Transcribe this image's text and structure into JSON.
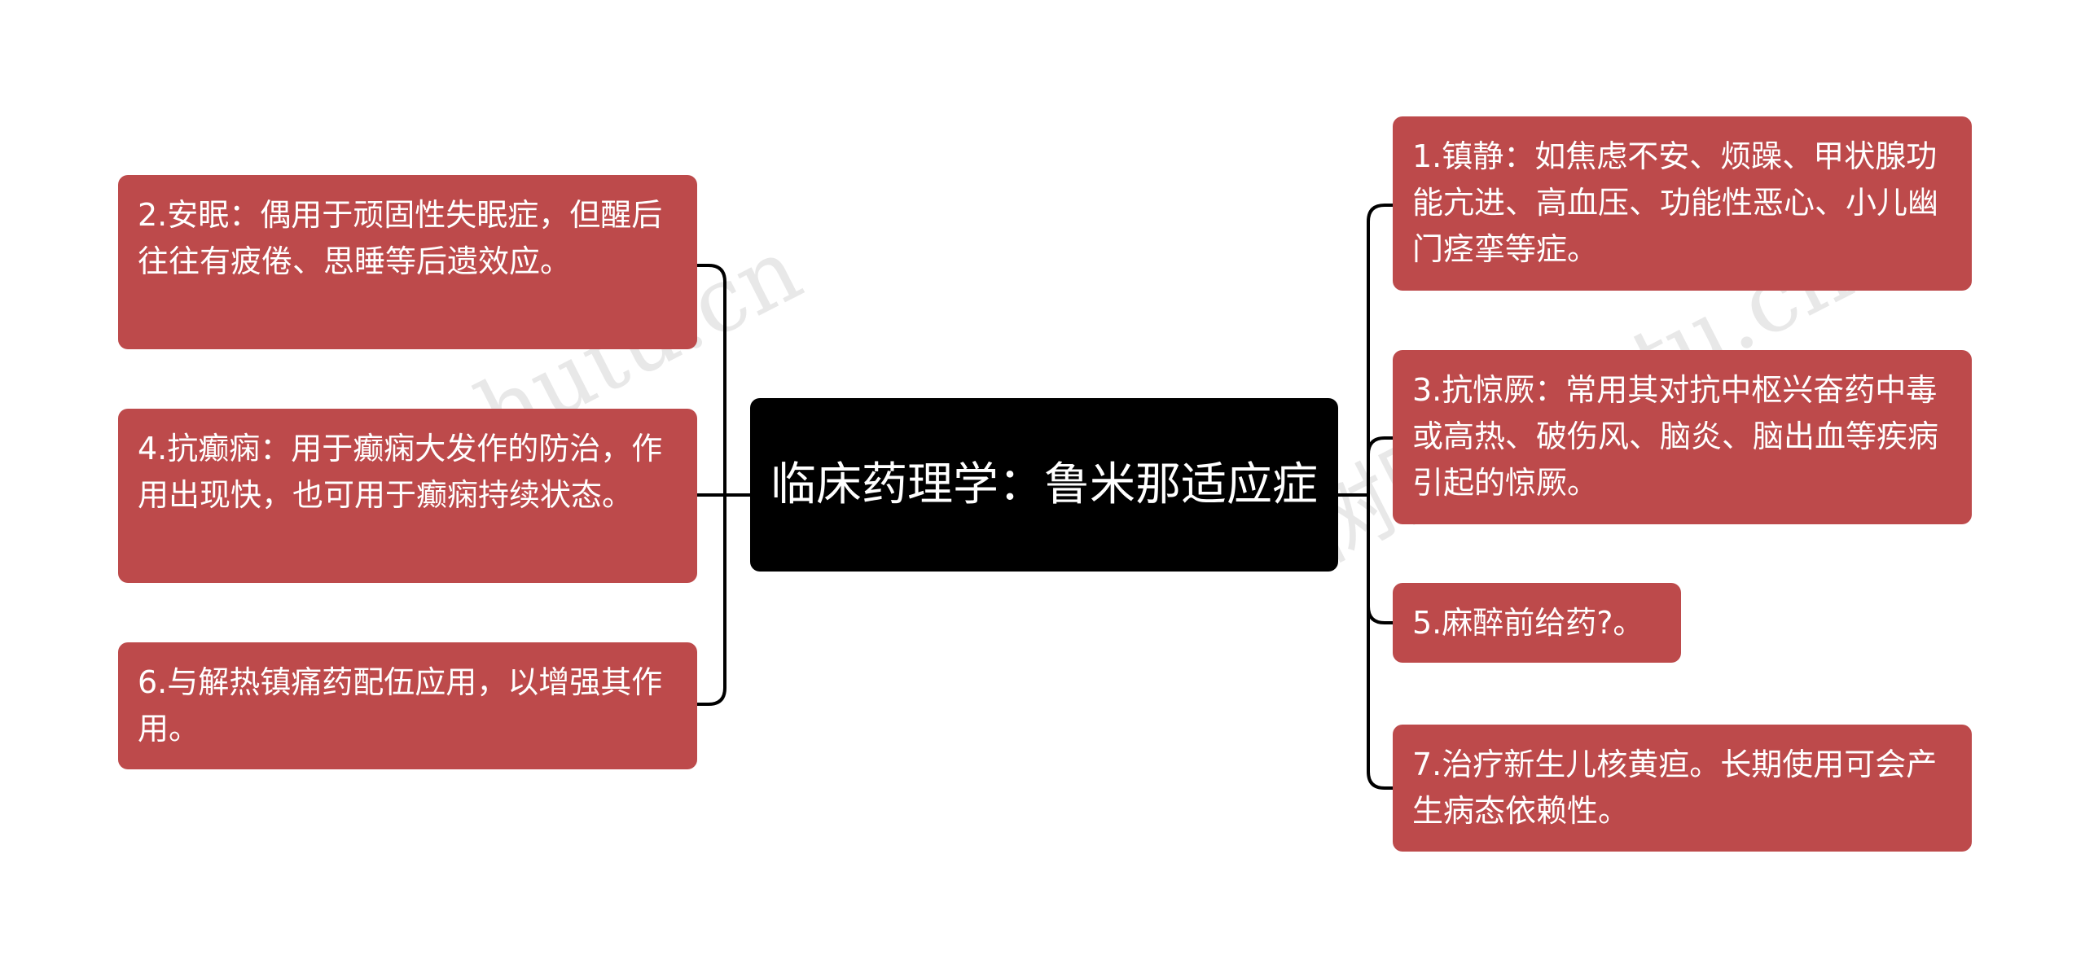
{
  "colors": {
    "node_fill": "#bd4a4b",
    "root_fill": "#000000",
    "connector": "#000000",
    "text": "#ffffff"
  },
  "watermark": "树图 shutu.cn",
  "root": {
    "text": "临床药理学：鲁米那适应症"
  },
  "left_branches": [
    {
      "text": "2.安眠：偶用于顽固性失眠症，但醒后往往有疲倦、思睡等后遗效应。"
    },
    {
      "text": "4.抗癫痫：用于癫痫大发作的防治，作用出现快，也可用于癫痫持续状态。"
    },
    {
      "text": "6.与解热镇痛药配伍应用，以增强其作用。"
    }
  ],
  "right_branches": [
    {
      "text": "1.镇静：如焦虑不安、烦躁、甲状腺功能亢进、高血压、功能性恶心、小儿幽门痉挛等症。"
    },
    {
      "text": "3.抗惊厥：常用其对抗中枢兴奋药中毒或高热、破伤风、脑炎、脑出血等疾病引起的惊厥。"
    },
    {
      "text": "5.麻醉前给药?。"
    },
    {
      "text": "7.治疗新生儿核黄疸。长期使用可会产生病态依赖性。"
    }
  ]
}
